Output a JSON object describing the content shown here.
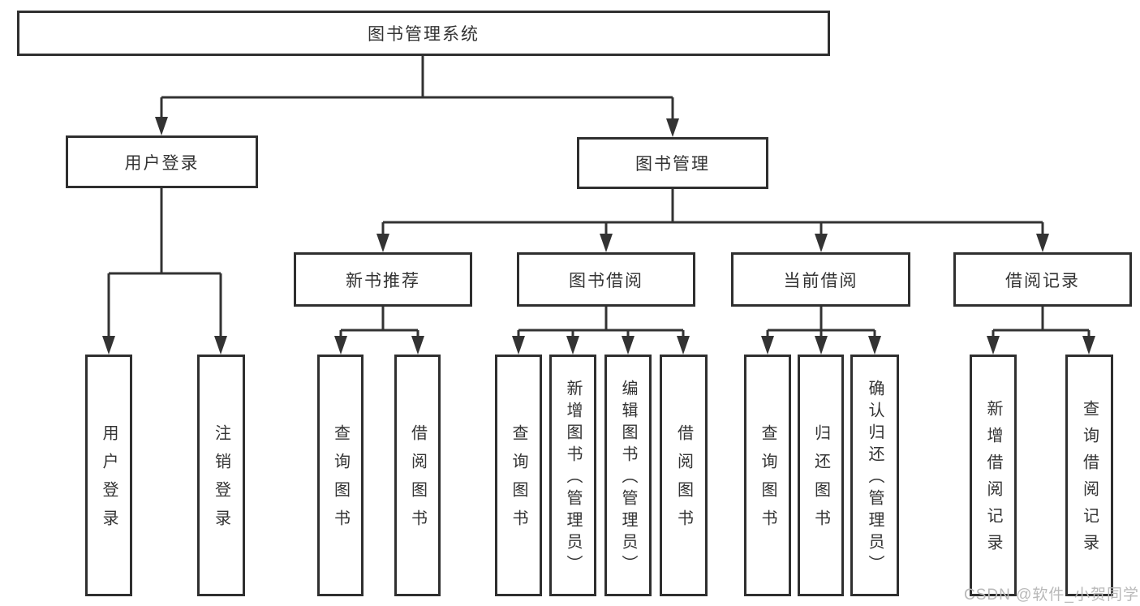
{
  "title": "图书管理系统",
  "tree": {
    "root": {
      "label": "图书管理系统"
    },
    "branches": [
      {
        "label": "用户登录",
        "children": [
          {
            "label": "用户登录"
          },
          {
            "label": "注销登录"
          }
        ]
      },
      {
        "label": "图书管理",
        "children": [
          {
            "label": "新书推荐",
            "children": [
              {
                "label": "查询图书"
              },
              {
                "label": "借阅图书"
              }
            ]
          },
          {
            "label": "图书借阅",
            "children": [
              {
                "label": "查询图书"
              },
              {
                "label": "新增图书（管理员）"
              },
              {
                "label": "编辑图书（管理员）"
              },
              {
                "label": "借阅图书"
              }
            ]
          },
          {
            "label": "当前借阅",
            "children": [
              {
                "label": "查询图书"
              },
              {
                "label": "归还图书"
              },
              {
                "label": "确认归还（管理员）"
              }
            ]
          },
          {
            "label": "借阅记录",
            "children": [
              {
                "label": "新增借阅记录"
              },
              {
                "label": "查询借阅记录"
              }
            ]
          }
        ]
      }
    ]
  },
  "watermark": {
    "text": "CSDN @软件_小贺同学"
  },
  "colors": {
    "line": "#333333",
    "box_border": "#2f2f2f",
    "box_background": "#ffffff",
    "text": "#333333",
    "watermark": "#b9b9b9"
  }
}
